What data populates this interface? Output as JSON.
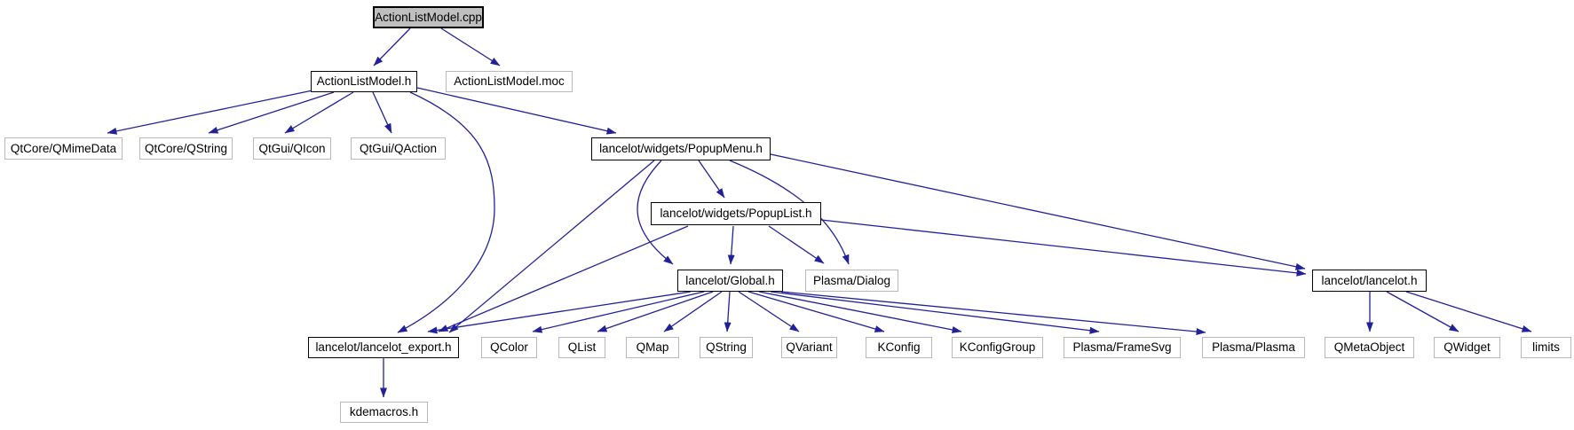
{
  "diagram": {
    "type": "include-dependency-graph",
    "colors": {
      "edge": "#21219a",
      "main_node_fill": "#bfbfbf",
      "internal_node_border": "#000000",
      "external_node_border": "#b9b9b9",
      "node_fill": "#ffffff",
      "text": "#000000",
      "background": "#ffffff"
    },
    "nodes": [
      {
        "id": "cpp",
        "label": "ActionListModel.cpp",
        "type": "main"
      },
      {
        "id": "h",
        "label": "ActionListModel.h",
        "type": "internal"
      },
      {
        "id": "moc",
        "label": "ActionListModel.moc",
        "type": "external"
      },
      {
        "id": "qmimedata",
        "label": "QtCore/QMimeData",
        "type": "external"
      },
      {
        "id": "qstringcore",
        "label": "QtCore/QString",
        "type": "external"
      },
      {
        "id": "qicon",
        "label": "QtGui/QIcon",
        "type": "external"
      },
      {
        "id": "qaction",
        "label": "QtGui/QAction",
        "type": "external"
      },
      {
        "id": "popupmenu",
        "label": "lancelot/widgets/PopupMenu.h",
        "type": "internal"
      },
      {
        "id": "popuplist",
        "label": "lancelot/widgets/PopupList.h",
        "type": "internal"
      },
      {
        "id": "global",
        "label": "lancelot/Global.h",
        "type": "internal"
      },
      {
        "id": "dialog",
        "label": "Plasma/Dialog",
        "type": "external"
      },
      {
        "id": "lanceloth",
        "label": "lancelot/lancelot.h",
        "type": "internal"
      },
      {
        "id": "export",
        "label": "lancelot/lancelot_export.h",
        "type": "internal"
      },
      {
        "id": "qcolor",
        "label": "QColor",
        "type": "external"
      },
      {
        "id": "qlist",
        "label": "QList",
        "type": "external"
      },
      {
        "id": "qmap",
        "label": "QMap",
        "type": "external"
      },
      {
        "id": "qstring",
        "label": "QString",
        "type": "external"
      },
      {
        "id": "qvariant",
        "label": "QVariant",
        "type": "external"
      },
      {
        "id": "kconfig",
        "label": "KConfig",
        "type": "external"
      },
      {
        "id": "kconfiggroup",
        "label": "KConfigGroup",
        "type": "external"
      },
      {
        "id": "framesvg",
        "label": "Plasma/FrameSvg",
        "type": "external"
      },
      {
        "id": "plasmaplasma",
        "label": "Plasma/Plasma",
        "type": "external"
      },
      {
        "id": "qmetaobject",
        "label": "QMetaObject",
        "type": "external"
      },
      {
        "id": "qwidget",
        "label": "QWidget",
        "type": "external"
      },
      {
        "id": "limits",
        "label": "limits",
        "type": "external"
      },
      {
        "id": "kdemacros",
        "label": "kdemacros.h",
        "type": "external"
      }
    ],
    "edges": [
      {
        "from": "cpp",
        "to": "h"
      },
      {
        "from": "cpp",
        "to": "moc"
      },
      {
        "from": "h",
        "to": "qmimedata"
      },
      {
        "from": "h",
        "to": "qstringcore"
      },
      {
        "from": "h",
        "to": "qicon"
      },
      {
        "from": "h",
        "to": "qaction"
      },
      {
        "from": "h",
        "to": "popupmenu"
      },
      {
        "from": "h",
        "to": "export"
      },
      {
        "from": "popupmenu",
        "to": "popuplist"
      },
      {
        "from": "popupmenu",
        "to": "global"
      },
      {
        "from": "popupmenu",
        "to": "dialog"
      },
      {
        "from": "popupmenu",
        "to": "lanceloth"
      },
      {
        "from": "popupmenu",
        "to": "export"
      },
      {
        "from": "popuplist",
        "to": "global"
      },
      {
        "from": "popuplist",
        "to": "dialog"
      },
      {
        "from": "popuplist",
        "to": "lanceloth"
      },
      {
        "from": "popuplist",
        "to": "export"
      },
      {
        "from": "global",
        "to": "export"
      },
      {
        "from": "global",
        "to": "qcolor"
      },
      {
        "from": "global",
        "to": "qlist"
      },
      {
        "from": "global",
        "to": "qmap"
      },
      {
        "from": "global",
        "to": "qstring"
      },
      {
        "from": "global",
        "to": "qvariant"
      },
      {
        "from": "global",
        "to": "kconfig"
      },
      {
        "from": "global",
        "to": "kconfiggroup"
      },
      {
        "from": "global",
        "to": "framesvg"
      },
      {
        "from": "global",
        "to": "plasmaplasma"
      },
      {
        "from": "lanceloth",
        "to": "qmetaobject"
      },
      {
        "from": "lanceloth",
        "to": "qwidget"
      },
      {
        "from": "lanceloth",
        "to": "limits"
      },
      {
        "from": "export",
        "to": "kdemacros"
      }
    ]
  }
}
